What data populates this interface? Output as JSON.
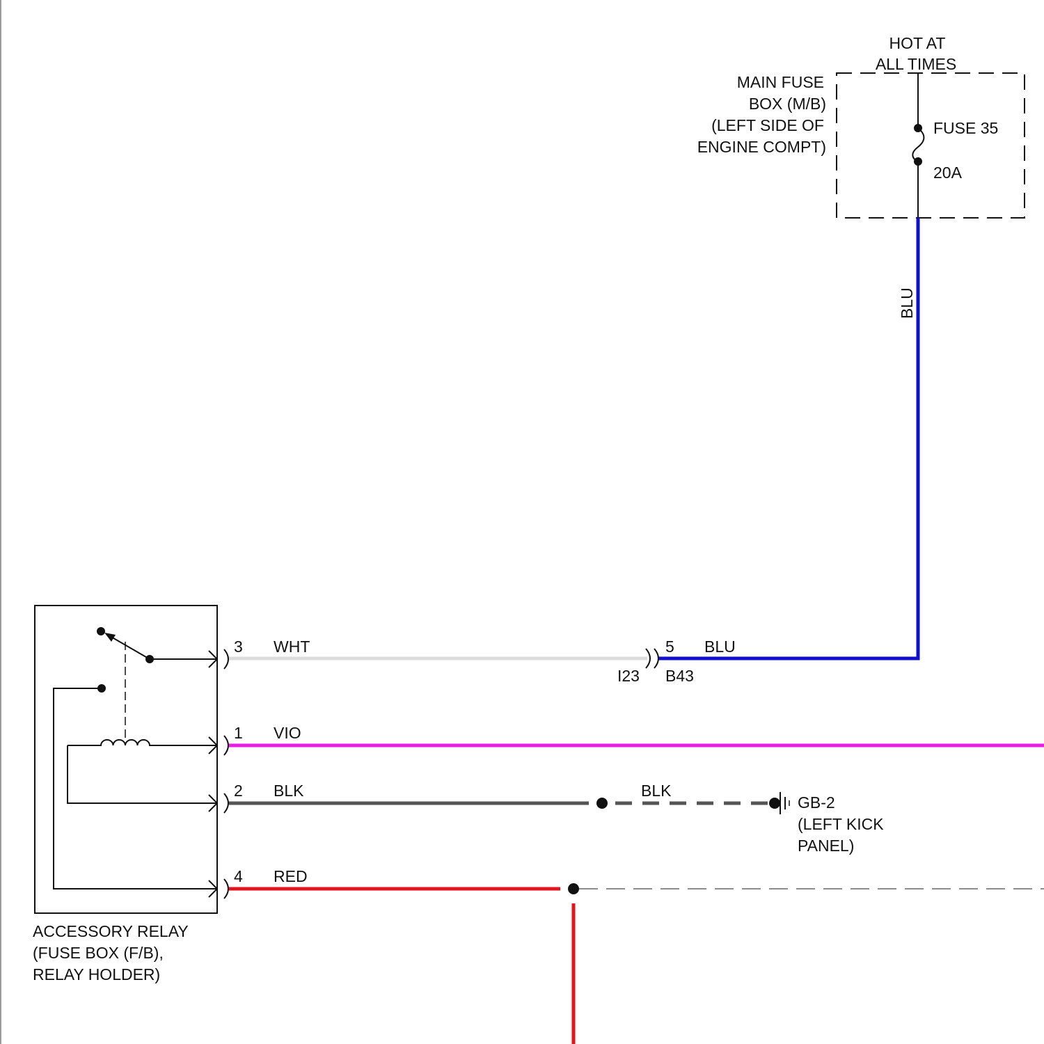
{
  "power_source": {
    "label_line1": "HOT AT",
    "label_line2": "ALL TIMES"
  },
  "main_fuse_box": {
    "label_lines": [
      "MAIN FUSE",
      "BOX (M/B)",
      "(LEFT SIDE OF",
      "ENGINE COMPT)"
    ],
    "fuse_name": "FUSE 35",
    "fuse_rating": "20A"
  },
  "relay": {
    "label_lines": [
      "ACCESSORY RELAY",
      "(FUSE BOX (F/B),",
      "RELAY HOLDER)"
    ]
  },
  "wires": [
    {
      "pin": "3",
      "color_label": "WHT",
      "color": "#dcdcdc"
    },
    {
      "pin": "1",
      "color_label": "VIO",
      "color": "#e61ee6"
    },
    {
      "pin": "2",
      "color_label": "BLK",
      "color": "#555555"
    },
    {
      "pin": "4",
      "color_label": "RED",
      "color": "#e3141e"
    }
  ],
  "connector_i23_b43": {
    "left_connector": "I23",
    "right_connector": "B43",
    "right_pin": "5",
    "right_wire_label": "BLU",
    "right_wire_color": "#1010cc"
  },
  "fuse_feed_wire": {
    "label": "BLU",
    "color": "#1010cc"
  },
  "ground": {
    "wire_label": "BLK",
    "name": "GB-2",
    "location_line1": "(LEFT KICK",
    "location_line2": "PANEL)"
  },
  "colors": {
    "line": "#111111",
    "dashed_gray": "#555555"
  }
}
